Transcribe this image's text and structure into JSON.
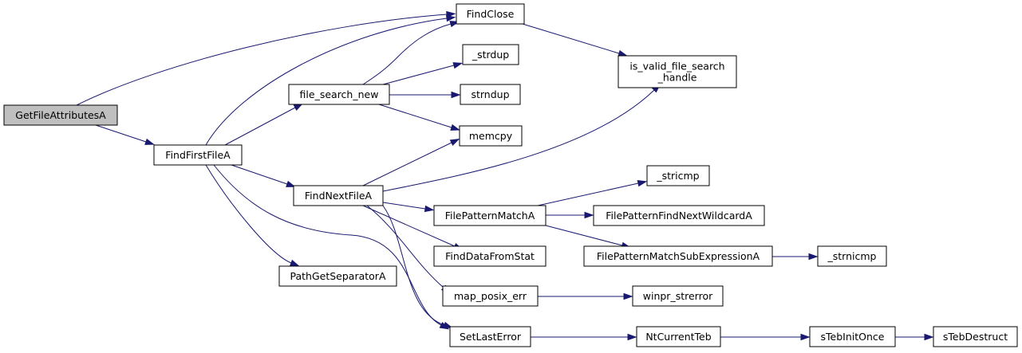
{
  "nodes": [
    {
      "id": "GetFileAttributesA",
      "lines": [
        "GetFileAttributesA"
      ],
      "root": true
    },
    {
      "id": "FindClose",
      "lines": [
        "FindClose"
      ]
    },
    {
      "id": "FindFirstFileA",
      "lines": [
        "FindFirstFileA"
      ]
    },
    {
      "id": "file_search_new",
      "lines": [
        "file_search_new"
      ]
    },
    {
      "id": "FindNextFileA",
      "lines": [
        "FindNextFileA"
      ]
    },
    {
      "id": "memcpy",
      "lines": [
        "memcpy"
      ]
    },
    {
      "id": "PathGetSeparatorA",
      "lines": [
        "PathGetSeparatorA"
      ]
    },
    {
      "id": "SetLastError",
      "lines": [
        "SetLastError"
      ]
    },
    {
      "id": "is_valid_file_search_handle",
      "lines": [
        "is_valid_file_search",
        "_handle"
      ]
    },
    {
      "id": "_strdup",
      "lines": [
        "_strdup"
      ]
    },
    {
      "id": "strndup",
      "lines": [
        "strndup"
      ]
    },
    {
      "id": "FilePatternMatchA",
      "lines": [
        "FilePatternMatchA"
      ]
    },
    {
      "id": "FindDataFromStat",
      "lines": [
        "FindDataFromStat"
      ]
    },
    {
      "id": "map_posix_err",
      "lines": [
        "map_posix_err"
      ]
    },
    {
      "id": "_stricmp",
      "lines": [
        "_stricmp"
      ]
    },
    {
      "id": "FilePatternFindNextWildcardA",
      "lines": [
        "FilePatternFindNextWildcardA"
      ]
    },
    {
      "id": "FilePatternMatchSubExpressionA",
      "lines": [
        "FilePatternMatchSubExpressionA"
      ]
    },
    {
      "id": "_strnicmp",
      "lines": [
        "_strnicmp"
      ]
    },
    {
      "id": "winpr_strerror",
      "lines": [
        "winpr_strerror"
      ]
    },
    {
      "id": "NtCurrentTeb",
      "lines": [
        "NtCurrentTeb"
      ]
    },
    {
      "id": "sTebInitOnce",
      "lines": [
        "sTebInitOnce"
      ]
    },
    {
      "id": "sTebDestruct",
      "lines": [
        "sTebDestruct"
      ]
    }
  ],
  "edges": [
    {
      "from": "GetFileAttributesA",
      "to": "FindClose"
    },
    {
      "from": "GetFileAttributesA",
      "to": "FindFirstFileA"
    },
    {
      "from": "FindFirstFileA",
      "to": "FindClose"
    },
    {
      "from": "FindFirstFileA",
      "to": "file_search_new"
    },
    {
      "from": "FindFirstFileA",
      "to": "FindNextFileA"
    },
    {
      "from": "FindFirstFileA",
      "to": "PathGetSeparatorA"
    },
    {
      "from": "FindFirstFileA",
      "to": "SetLastError"
    },
    {
      "from": "file_search_new",
      "to": "FindClose"
    },
    {
      "from": "file_search_new",
      "to": "_strdup"
    },
    {
      "from": "file_search_new",
      "to": "strndup"
    },
    {
      "from": "file_search_new",
      "to": "memcpy"
    },
    {
      "from": "FindClose",
      "to": "is_valid_file_search_handle"
    },
    {
      "from": "FindNextFileA",
      "to": "memcpy"
    },
    {
      "from": "FindNextFileA",
      "to": "is_valid_file_search_handle"
    },
    {
      "from": "FindNextFileA",
      "to": "FilePatternMatchA"
    },
    {
      "from": "FindNextFileA",
      "to": "FindDataFromStat"
    },
    {
      "from": "FindNextFileA",
      "to": "map_posix_err"
    },
    {
      "from": "FindNextFileA",
      "to": "SetLastError"
    },
    {
      "from": "FilePatternMatchA",
      "to": "_stricmp"
    },
    {
      "from": "FilePatternMatchA",
      "to": "FilePatternFindNextWildcardA"
    },
    {
      "from": "FilePatternMatchA",
      "to": "FilePatternMatchSubExpressionA"
    },
    {
      "from": "FilePatternMatchSubExpressionA",
      "to": "_strnicmp"
    },
    {
      "from": "map_posix_err",
      "to": "winpr_strerror"
    },
    {
      "from": "SetLastError",
      "to": "NtCurrentTeb"
    },
    {
      "from": "NtCurrentTeb",
      "to": "sTebInitOnce"
    },
    {
      "from": "sTebInitOnce",
      "to": "sTebDestruct"
    }
  ]
}
